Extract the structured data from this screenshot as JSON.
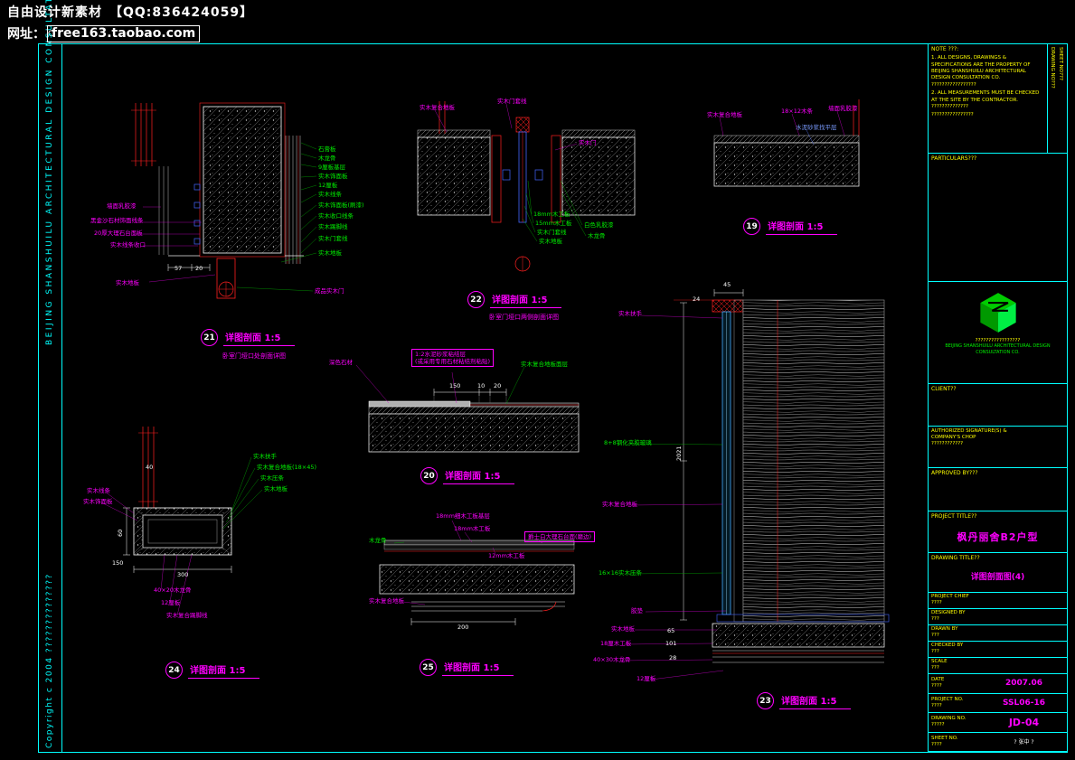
{
  "colors": {
    "background": "#000000",
    "accent_cyan": "#00ffff",
    "magenta": "#ff00ff",
    "green": "#00ee00",
    "red": "#ff2020",
    "yellow": "#ffff00",
    "blue": "#4466ff",
    "white": "#ffffff"
  },
  "watermark": {
    "line1": "自由设计新素材　【QQ:836424059】",
    "line2_prefix": "网址：",
    "url": "free163.taobao.com"
  },
  "left_strip": {
    "corner_text": "C",
    "top_text": "BEIJING SHANSHUILU ARCHITECTURAL DESIGN CONSULTATION",
    "bottom_text": "Copyright  c  2004  ??????????????"
  },
  "details": {
    "d19": {
      "num": "19",
      "title": "详图剖面 1:5",
      "labels": [
        "实木复合地板",
        "18×12木条",
        "墙面乳胶漆",
        "水泥砂浆找平层"
      ]
    },
    "d20": {
      "num": "20",
      "title": "详图剖面 1:5",
      "labels": [
        "深色石材",
        "1:2水泥砂浆粘结层",
        "(或采用专用石材粘结剂粘贴)",
        "实木复合地板面层"
      ],
      "dims": [
        "150",
        "10",
        "20"
      ]
    },
    "d21": {
      "num": "21",
      "title": "详图剖面 1:5",
      "subtitle": "卧室门垭口处剖面详图",
      "labels": [
        "石膏板",
        "木龙骨",
        "9厘板基层",
        "实木饰面板",
        "12厘板",
        "实木线条",
        "实木饰面板(刷漆)",
        "实木收口线条",
        "实木踢脚线",
        "实木门套线",
        "实木地板",
        "成品实木门",
        "墙面乳胶漆",
        "黑金沙石材饰面线条",
        "20厚大理石台面板",
        "实木线条收口",
        "实木地板"
      ],
      "dims": [
        "57",
        "20"
      ]
    },
    "d22": {
      "num": "22",
      "title": "详图剖面 1:5",
      "subtitle": "卧室门垭口两侧剖面详图",
      "labels": [
        "实木复合地板",
        "实木门套线",
        "18mm木工板",
        "15mm木工板",
        "实木门套线",
        "实木地板",
        "实木门",
        "白色乳胶漆",
        "木龙骨"
      ]
    },
    "d23": {
      "num": "23",
      "title": "详图剖面 1:5",
      "labels": [
        "实木扶手",
        "8+8钢化夹胶玻璃",
        "实木复合地板",
        "16×16实木压条",
        "胶垫",
        "实木地板",
        "18厘木工板",
        "40×30木龙骨",
        "12厘板"
      ],
      "dims": [
        "45",
        "24",
        "2021",
        "65",
        "101",
        "28"
      ]
    },
    "d24": {
      "num": "24",
      "title": "详图剖面 1:5",
      "labels": [
        "实木扶手",
        "实木复合地板(18×45)",
        "实木压条",
        "实木地板",
        "实木线条",
        "实木饰面板",
        "40×20木龙骨",
        "12厘板",
        "实木复合踢脚线"
      ],
      "dims": [
        "40",
        "60",
        "300",
        "150"
      ]
    },
    "d25": {
      "num": "25",
      "title": "详图剖面 1:5",
      "labels": [
        "18mm细木工板基层",
        "18mm木工板",
        "12mm木工板",
        "爵士白大理石台面(磨边)",
        "木龙骨",
        "实木复合地板"
      ],
      "dims": [
        "200"
      ]
    }
  },
  "titleblock": {
    "note": {
      "heading": "NOTE ???:",
      "items": [
        "1. ALL DESIGNS, DRAWINGS & SPECIFICATIONS ARE THE PROPERTY OF BEIJING SHANSHUILU ARCHITECTURAL DESIGN CONSULTATION CO. ?????????????????",
        "2. ALL MEASUREMENTS MUST BE CHECKED AT THE SITE BY THE CONTRACTOR. ??????????????",
        "????????????????"
      ]
    },
    "side1": "DRAWING NO???",
    "side2": "SHEET NO???",
    "particulars_label": "PARTICULARS???",
    "company_cn": "?????????????????",
    "company_en1": "BEIJING SHANSHUILU ARCHITECTURAL DESIGN",
    "company_en2": "CONSULTATION  CO.",
    "client_label": "CLIENT??",
    "auth": [
      "AUTHORIZED SIGNATURE(S) &",
      "COMPANY'S CHOP",
      "????????????"
    ],
    "approved_label": "APPROVED BY???",
    "project_title_label": "PROJECT TITLE??",
    "project_title": "枫丹丽舍B2户型",
    "drawing_title_label": "DRAWING TITLE??",
    "drawing_title": "详图剖面图(4)",
    "rows": [
      {
        "label": "PROJECT CHIEF",
        "sub": "????"
      },
      {
        "label": "DESIGNED BY",
        "sub": "???"
      },
      {
        "label": "DRAWN BY",
        "sub": "???"
      },
      {
        "label": "CHECKED BY",
        "sub": "???"
      },
      {
        "label": "SCALE",
        "sub": "???"
      }
    ],
    "brows": [
      {
        "label": "DATE",
        "sub": "????",
        "value": "2007.06"
      },
      {
        "label": "PROJECT NO.",
        "sub": "????",
        "value": "SSL06-16"
      },
      {
        "label": "DRAWING NO.",
        "sub": "?????",
        "value": "JD-04"
      },
      {
        "label": "SHEET NO.",
        "sub": "????",
        "value": "? 张中 ?"
      }
    ]
  }
}
